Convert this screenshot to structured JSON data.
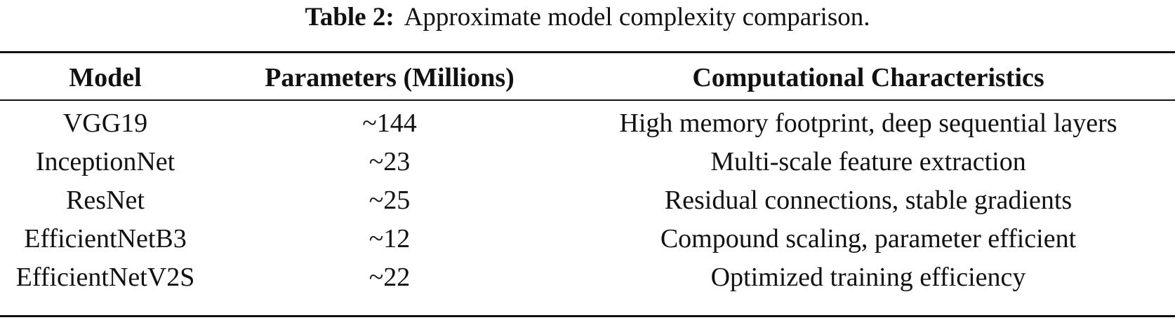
{
  "caption": {
    "label": "Table 2:",
    "text": "Approximate model complexity comparison."
  },
  "table": {
    "headers": [
      "Model",
      "Parameters (Millions)",
      "Computational Characteristics"
    ],
    "rows": [
      [
        "VGG19",
        "~144",
        "High memory footprint, deep sequential layers"
      ],
      [
        "InceptionNet",
        "~23",
        "Multi-scale feature extraction"
      ],
      [
        "ResNet",
        "~25",
        "Residual connections, stable gradients"
      ],
      [
        "EfficientNetB3",
        "~12",
        "Compound scaling, parameter efficient"
      ],
      [
        "EfficientNetV2S",
        "~22",
        "Optimized training efficiency"
      ]
    ]
  }
}
